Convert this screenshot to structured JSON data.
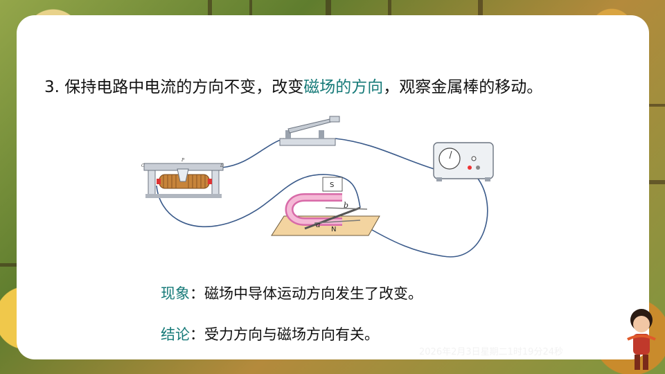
{
  "heading": {
    "prefix": "3. 保持电路中电流的方向不变，改变",
    "highlight": "磁场的方向",
    "suffix": "，观察金属棒的移动。"
  },
  "phenomenon": {
    "label": "现象",
    "colon": "：",
    "text": "磁场中导体运动方向发生了改变。"
  },
  "conclusion": {
    "label": "结论",
    "colon": "：",
    "text": "受力方向与磁场方向有关。"
  },
  "diagram": {
    "magnet_top_label": "S",
    "magnet_bottom_label": "N",
    "rod_label_a": "a",
    "rod_label_b": "b",
    "rheostat_left_label": "C",
    "rheostat_right_label": "D",
    "rheostat_top_label": "P"
  },
  "timestamp": "2026年2月3日星期二1时19分24秒",
  "colors": {
    "accent": "#167a78",
    "wire": "#3a5a8a"
  }
}
